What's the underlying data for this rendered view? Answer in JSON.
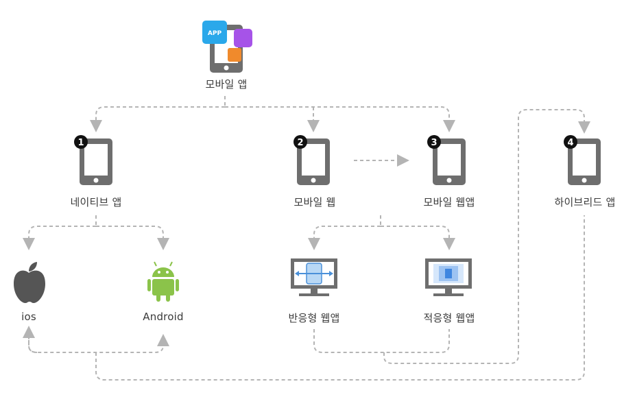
{
  "root": {
    "label": "모바일 앱",
    "app_badge": "APP"
  },
  "nodes": {
    "native": {
      "number": "1",
      "label": "네이티브 앱"
    },
    "mobile_web": {
      "number": "2",
      "label": "모바일 웹"
    },
    "mobile_web_app": {
      "number": "3",
      "label": "모바일 웹앱"
    },
    "hybrid": {
      "number": "4",
      "label": "하이브리드 앱"
    }
  },
  "platforms": {
    "ios": "ios",
    "android": "Android"
  },
  "web_types": {
    "responsive": "반응형 웹앱",
    "adaptive": "적응형 웹앱"
  },
  "icons": [
    "app-phone-icon",
    "phone-icon",
    "apple-icon",
    "android-icon",
    "monitor-icon"
  ],
  "colors": {
    "phone": "#6e6e6e",
    "connector": "#b4b4b4",
    "app_blue": "#2aa8ea",
    "app_purple": "#a653e8",
    "app_orange": "#f08a2c",
    "android": "#8bc34a",
    "responsive_blue": "#4a90d9",
    "number_badge": "#111111"
  }
}
